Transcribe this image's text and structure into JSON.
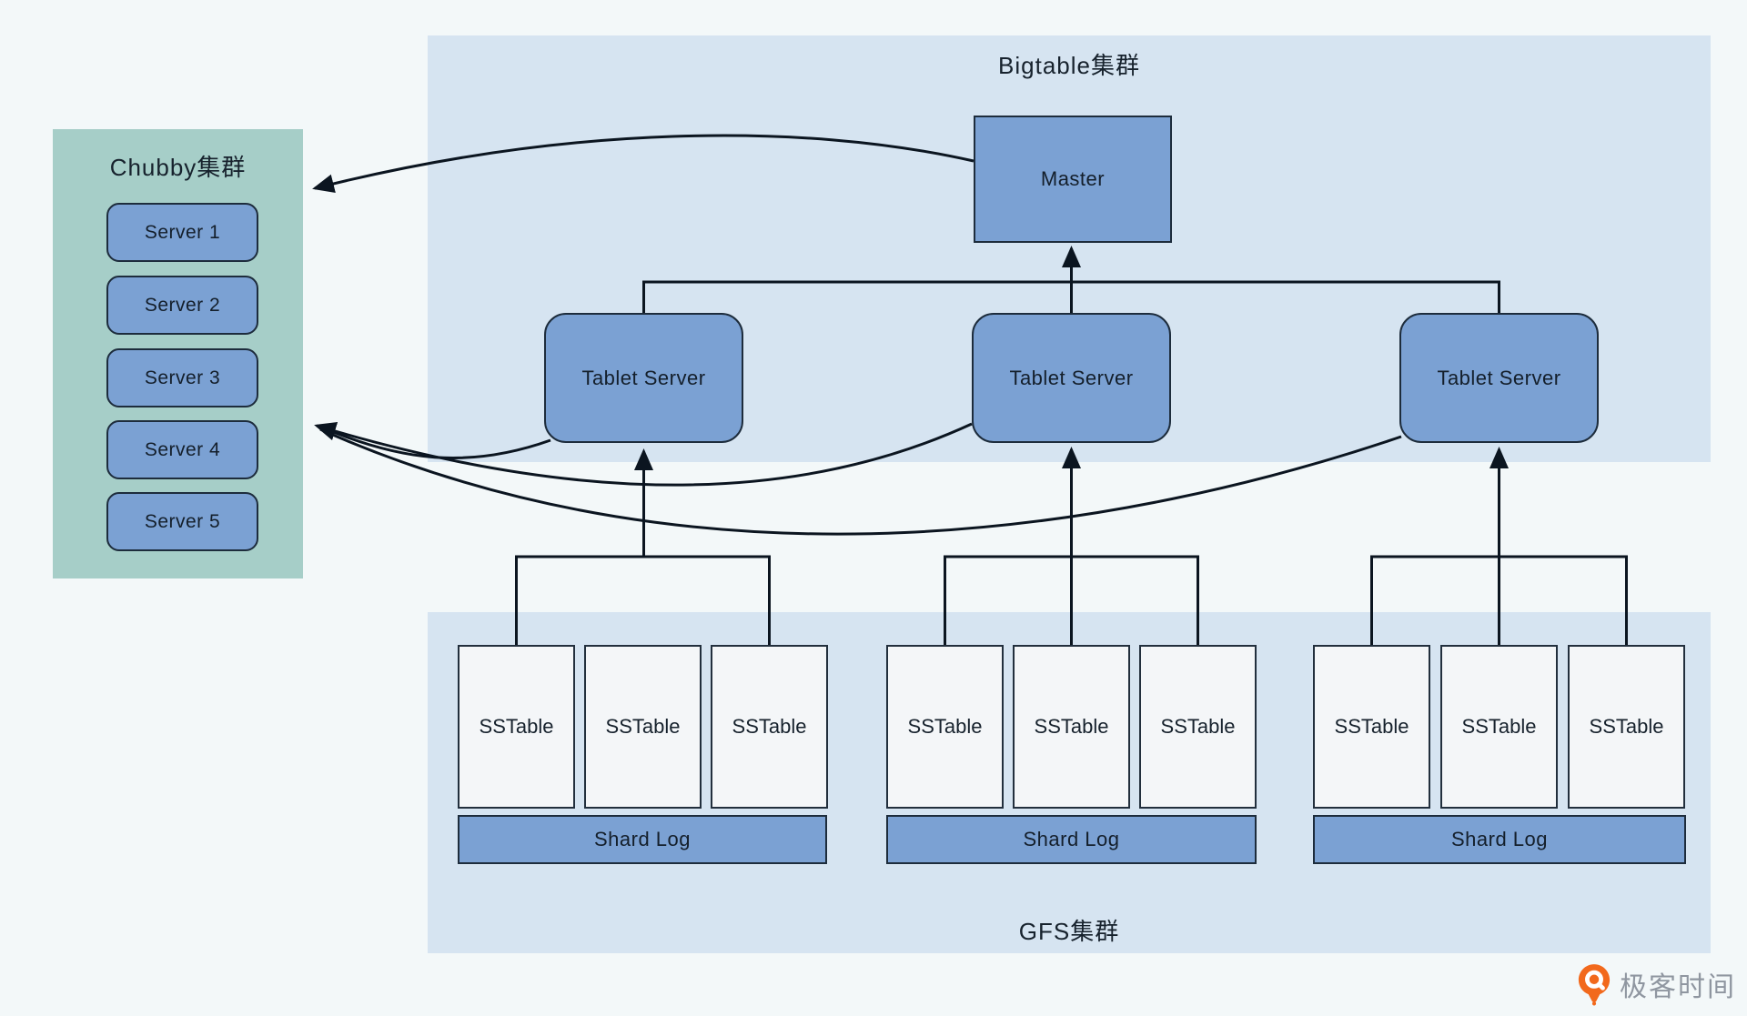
{
  "diagram": {
    "description": "Bigtable architecture diagram"
  },
  "chubby": {
    "title": "Chubby集群",
    "servers": [
      {
        "label": "Server 1"
      },
      {
        "label": "Server 2"
      },
      {
        "label": "Server 3"
      },
      {
        "label": "Server 4"
      },
      {
        "label": "Server 5"
      }
    ]
  },
  "bigtable": {
    "title": "Bigtable集群",
    "master": {
      "label": "Master"
    },
    "tablet_servers": [
      {
        "label": "Tablet Server"
      },
      {
        "label": "Tablet Server"
      },
      {
        "label": "Tablet Server"
      }
    ]
  },
  "gfs": {
    "title": "GFS集群",
    "groups": [
      {
        "sstables": [
          {
            "label": "SSTable"
          },
          {
            "label": "SSTable"
          },
          {
            "label": "SSTable"
          }
        ],
        "shard_log": {
          "label": "Shard Log"
        }
      },
      {
        "sstables": [
          {
            "label": "SSTable"
          },
          {
            "label": "SSTable"
          },
          {
            "label": "SSTable"
          }
        ],
        "shard_log": {
          "label": "Shard Log"
        }
      },
      {
        "sstables": [
          {
            "label": "SSTable"
          },
          {
            "label": "SSTable"
          },
          {
            "label": "SSTable"
          }
        ],
        "shard_log": {
          "label": "Shard Log"
        }
      }
    ]
  },
  "watermark": {
    "brand": "极客时间",
    "icon": "geektime-logo"
  },
  "colors": {
    "page_bg": "#f3f8f9",
    "panel_blue": "#d6e4f1",
    "chubby_teal": "#a6cec8",
    "node_blue": "#7ba1d3",
    "node_border": "#1d2c3c",
    "sstable_bg": "#f4f6f8",
    "line": "#0b1520",
    "logo_orange": "#f2691c",
    "logo_text_gray": "#8f96a0"
  }
}
